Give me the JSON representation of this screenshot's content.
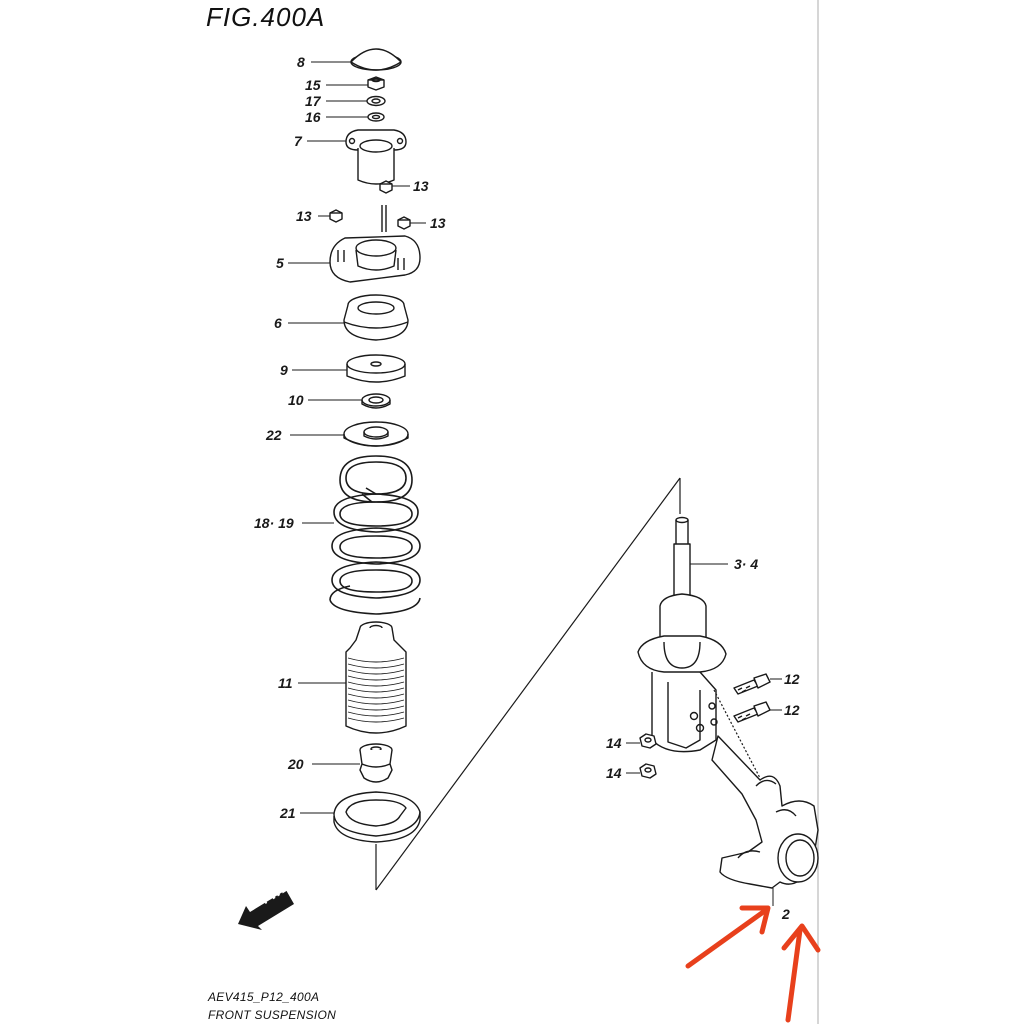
{
  "figure": {
    "title": "FIG.400A",
    "code": "AEV415_P12_400A",
    "name": "FRONT SUSPENSION",
    "fwd_label": "FWD"
  },
  "callouts": {
    "p8": "8",
    "p15": "15",
    "p17": "17",
    "p16": "16",
    "p7": "7",
    "p13a": "13",
    "p13b": "13",
    "p13c": "13",
    "p5": "5",
    "p6": "6",
    "p9": "9",
    "p10": "10",
    "p22": "22",
    "p18_19": "18· 19",
    "p11": "11",
    "p20": "20",
    "p21": "21",
    "p3_4": "3· 4",
    "p12a": "12",
    "p12b": "12",
    "p14a": "14",
    "p14b": "14",
    "p2": "2"
  },
  "colors": {
    "line": "#1a1a1a",
    "annotation_arrow": "#e8401c",
    "frame": "#bdbdbd"
  }
}
